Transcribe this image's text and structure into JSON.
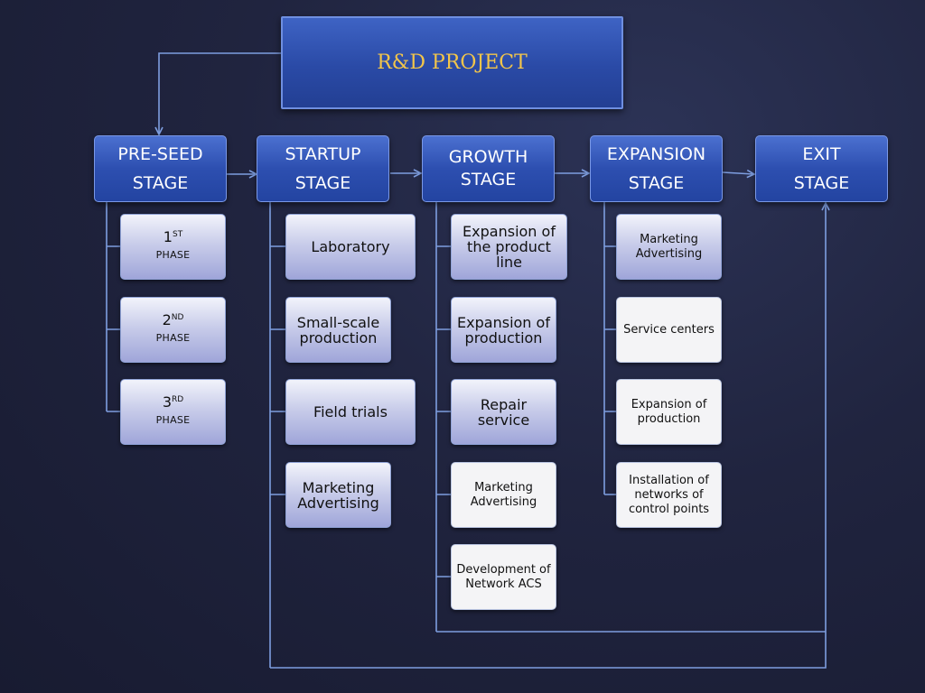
{
  "title": "R&D PROJECT",
  "stages": [
    {
      "line1": "PRE-SEED",
      "line2": "STAGE"
    },
    {
      "line1": "STARTUP",
      "line2": "STAGE"
    },
    {
      "line1": "GROWTH",
      "line2": "STAGE"
    },
    {
      "line1": "EXPANSION",
      "line2": "STAGE"
    },
    {
      "line1": "EXIT",
      "line2": "STAGE"
    }
  ],
  "preseed_items": [
    {
      "num": "1",
      "sup": "ST",
      "label": "PHASE"
    },
    {
      "num": "2",
      "sup": "ND",
      "label": "PHASE"
    },
    {
      "num": "3",
      "sup": "RD",
      "label": "PHASE"
    }
  ],
  "startup_items": [
    "Laboratory",
    "Small-scale production",
    "Field trials",
    "Marketing Advertising"
  ],
  "growth_items": [
    "Expansion of the product line",
    "Expansion of production",
    "Repair service",
    "Marketing Advertising",
    "Development of Network ACS"
  ],
  "expansion_items": [
    "Marketing Advertising",
    "Service centers",
    "Expansion of production",
    "Installation of networks of control points"
  ],
  "colors": {
    "title_text": "#f2c54a",
    "stage_fill": "#2d4fb0",
    "connector": "#7e9ee0"
  }
}
